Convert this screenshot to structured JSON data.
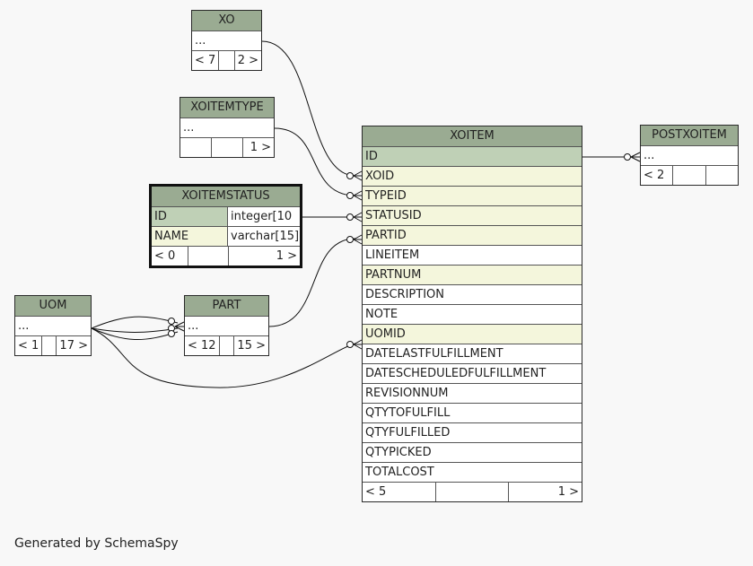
{
  "caption": "Generated by SchemaSpy",
  "tables": {
    "xo": {
      "name": "XO",
      "rows": [
        "..."
      ],
      "footer": [
        "< 7",
        "",
        "2 >"
      ]
    },
    "xoitemtype": {
      "name": "XOITEMTYPE",
      "rows": [
        "..."
      ],
      "footer": [
        "",
        "",
        "1 >"
      ]
    },
    "xoitemstatus": {
      "name": "XOITEMSTATUS",
      "columns": [
        {
          "name": "ID",
          "type": "integer[10"
        },
        {
          "name": "NAME",
          "type": "varchar[15]"
        }
      ],
      "footer": [
        "< 0",
        "",
        "1 >"
      ]
    },
    "uom": {
      "name": "UOM",
      "rows": [
        "..."
      ],
      "footer": [
        "< 1",
        "",
        "17 >"
      ]
    },
    "part": {
      "name": "PART",
      "rows": [
        "..."
      ],
      "footer": [
        "< 12",
        "",
        "15 >"
      ]
    },
    "postxoitem": {
      "name": "POSTXOITEM",
      "rows": [
        "..."
      ],
      "footer": [
        "< 2",
        "",
        ""
      ]
    },
    "xoitem": {
      "name": "XOITEM",
      "columns": [
        "ID",
        "XOID",
        "TYPEID",
        "STATUSID",
        "PARTID",
        "LINEITEM",
        "PARTNUM",
        "DESCRIPTION",
        "NOTE",
        "UOMID",
        "DATELASTFULFILLMENT",
        "DATESCHEDULEDFULFILLMENT",
        "REVISIONNUM",
        "QTYTOFULFILL",
        "QTYFULFILLED",
        "QTYPICKED",
        "TOTALCOST"
      ],
      "footer": [
        "< 5",
        "",
        "1 >"
      ]
    }
  }
}
